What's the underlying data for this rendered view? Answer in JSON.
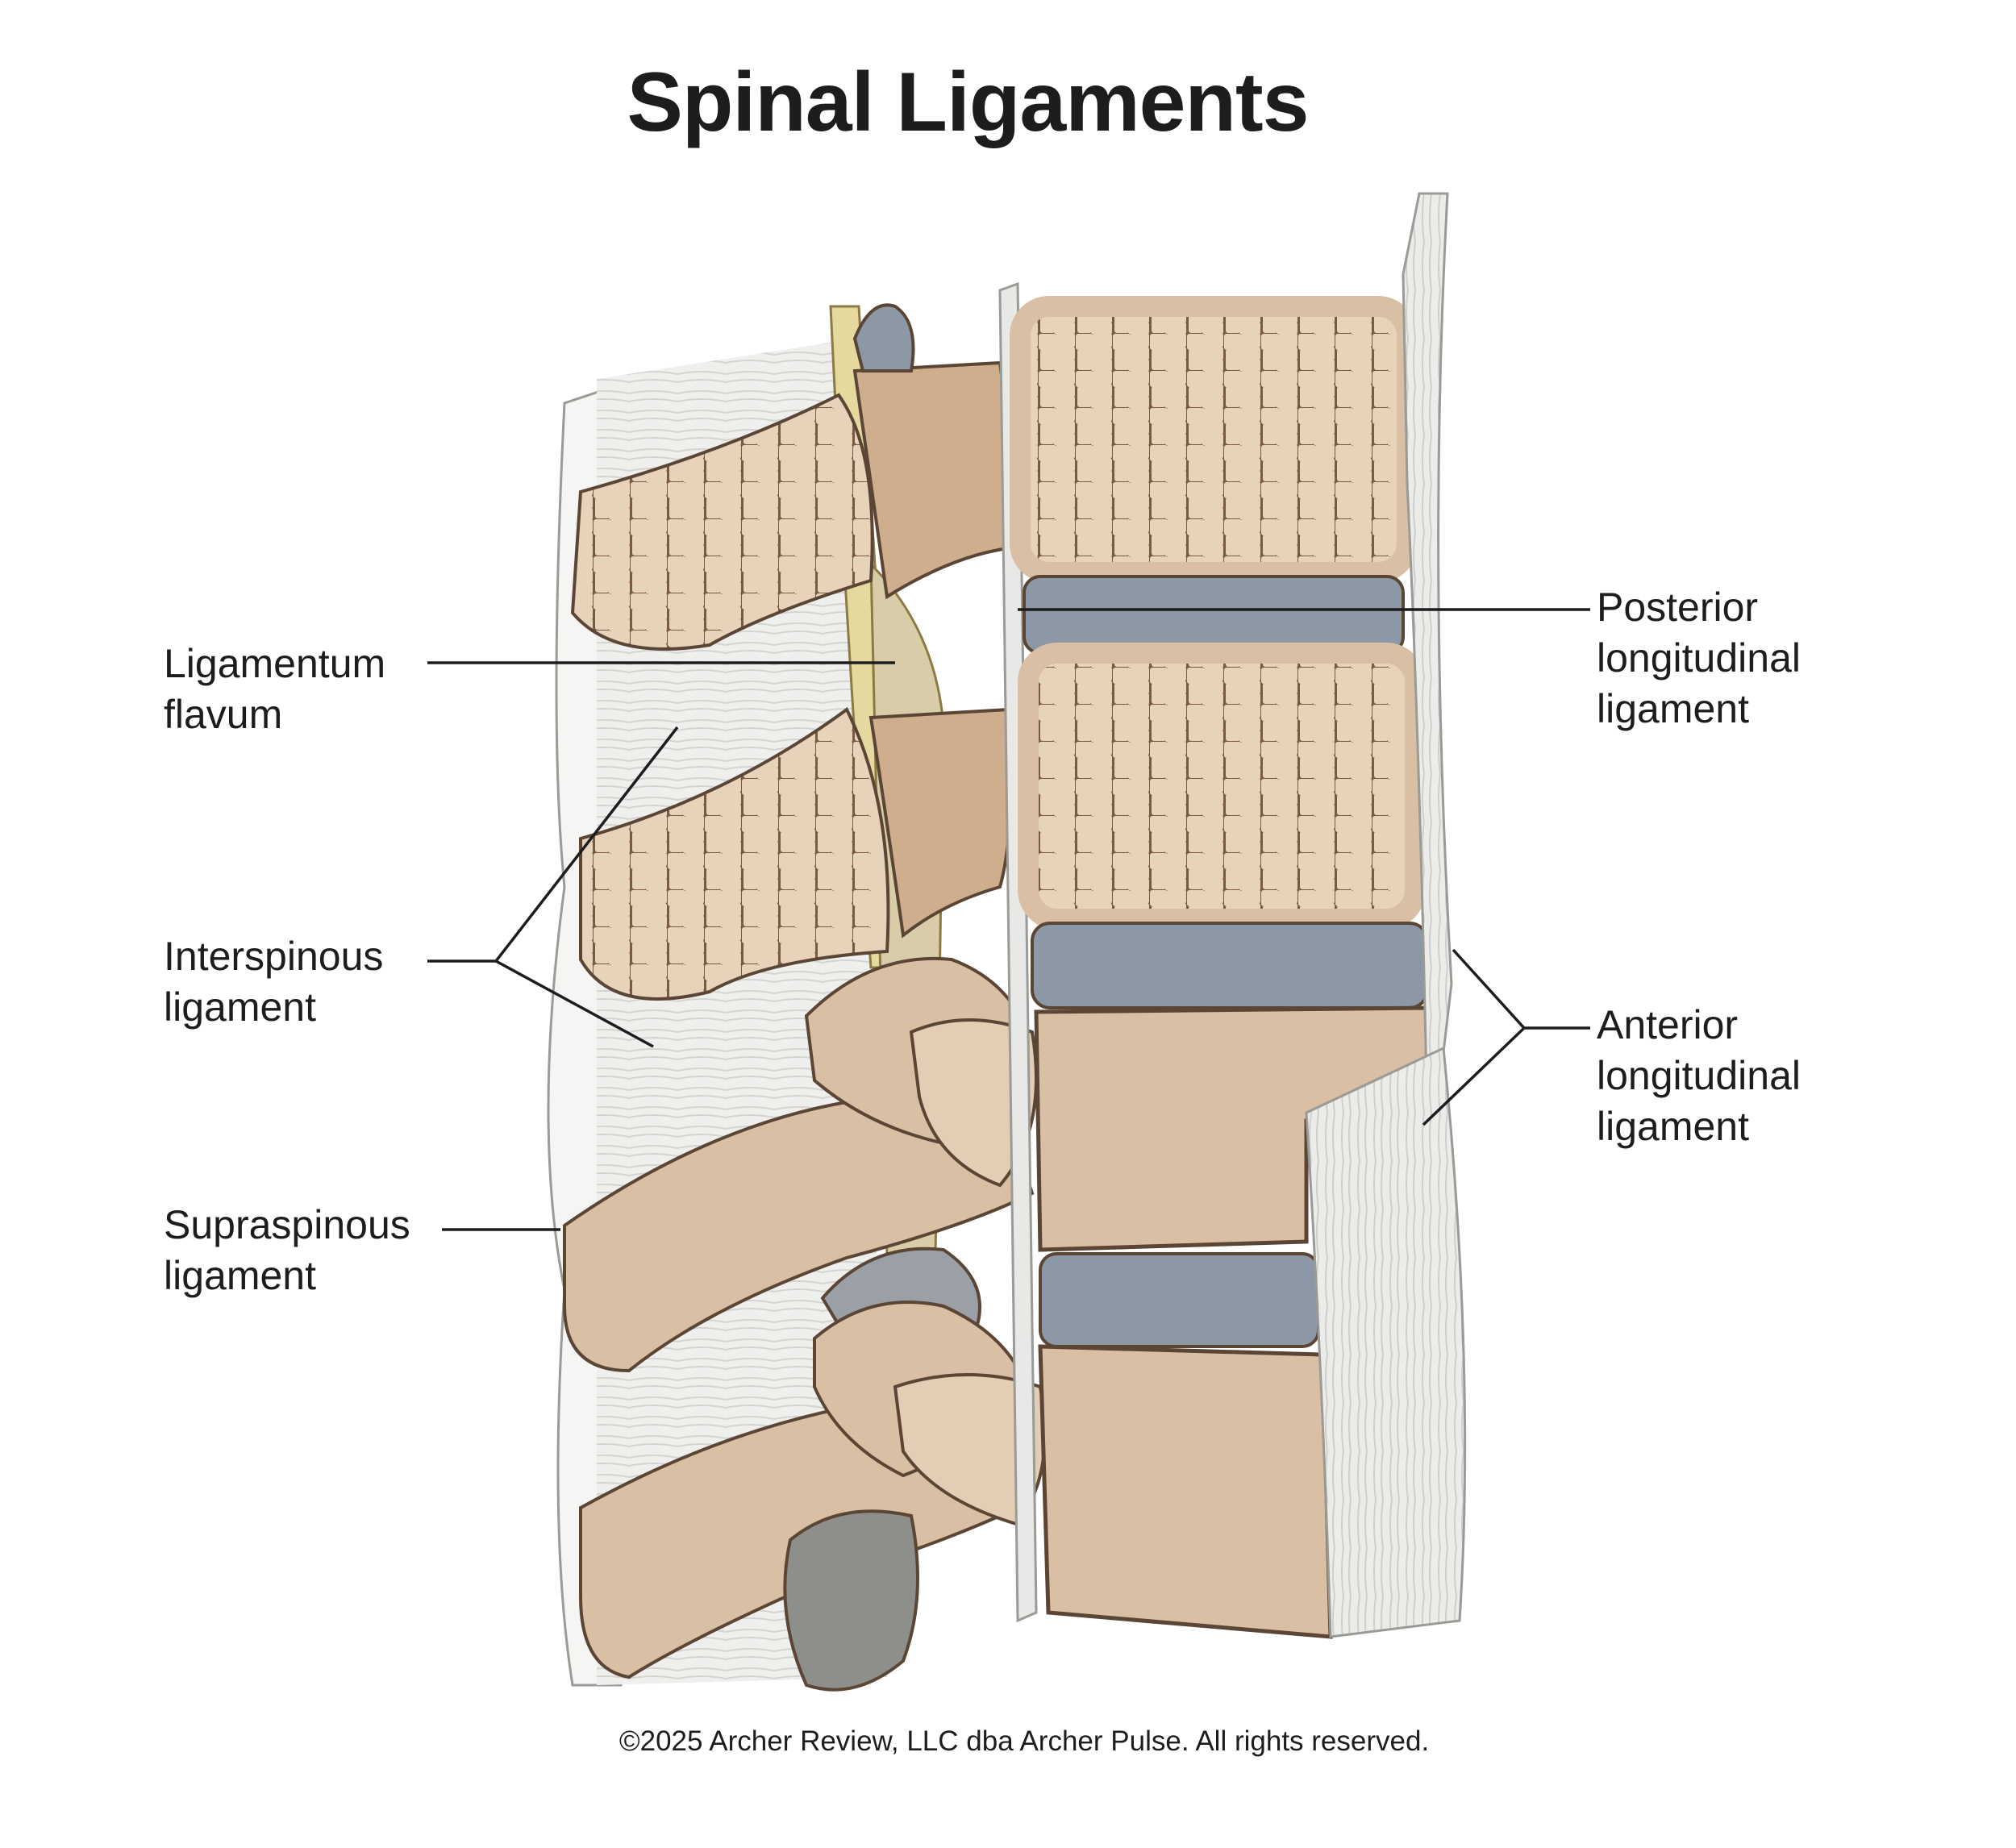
{
  "title": "Spinal Ligaments",
  "labels": {
    "ligamentum_flavum": [
      "Ligamentum",
      "flavum"
    ],
    "interspinous": [
      "Interspinous",
      "ligament"
    ],
    "supraspinous": [
      "Supraspinous",
      "ligament"
    ],
    "posterior_longitudinal": [
      "Posterior",
      "longitudinal",
      "ligament"
    ],
    "anterior_longitudinal": [
      "Anterior",
      "longitudinal",
      "ligament"
    ]
  },
  "copyright": "©2025 Archer Review, LLC dba Archer Pulse. All rights reserved.",
  "colors": {
    "bone": "#d9bfa3",
    "bone_dark": "#b8997c",
    "disc": "#8d98a6",
    "ligament": "#ececea",
    "outline": "#5b4636",
    "leader": "#1d1d1d"
  }
}
